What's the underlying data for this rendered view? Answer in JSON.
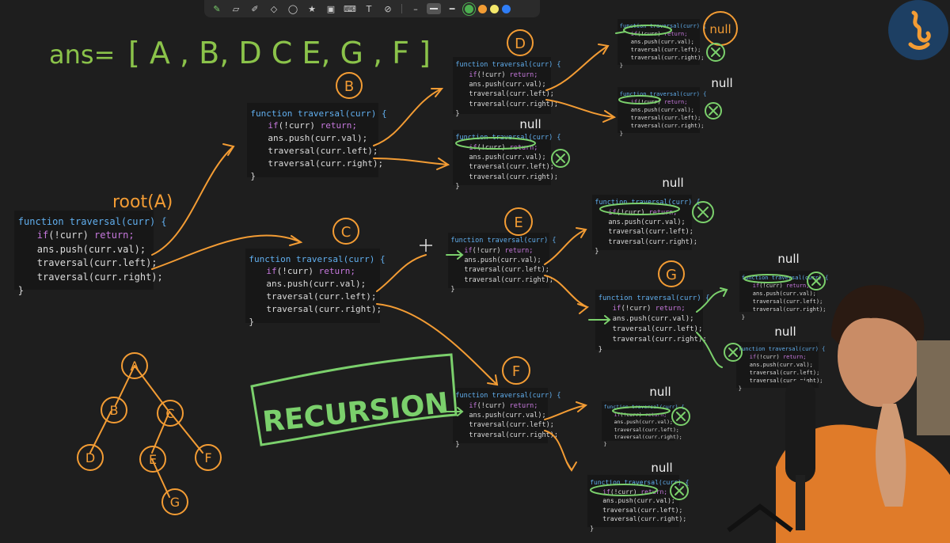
{
  "toolbar": {
    "tools": [
      "pen-icon",
      "eraser-icon",
      "highlighter-icon",
      "shapes-icon",
      "lasso-icon",
      "sticker-icon",
      "image-icon",
      "keyboard-icon",
      "text-icon",
      "link-icon"
    ],
    "colors": [
      "#4caf50",
      "#f39c34",
      "#f4e86b",
      "#2f7df6"
    ]
  },
  "ans": {
    "prefix": "ans=",
    "list": "[ A , B, D C E, G , F ]"
  },
  "code": {
    "signature": "function traversal(curr) {",
    "line_if_kw": "if",
    "line_if_rest": "(!curr) ",
    "line_return": "return;",
    "line_push": "ans.push(curr.val);",
    "line_left": "traversal(curr.left);",
    "line_right": "traversal(curr.right);",
    "close": "}"
  },
  "labels": {
    "root": "root(A)",
    "B": "B",
    "C": "C",
    "D": "D",
    "E": "E",
    "F": "F",
    "G": "G",
    "null": "null",
    "recursion": "RECURSION"
  },
  "tree": {
    "nodes": [
      "A",
      "B",
      "C",
      "D",
      "E",
      "F",
      "G"
    ]
  }
}
